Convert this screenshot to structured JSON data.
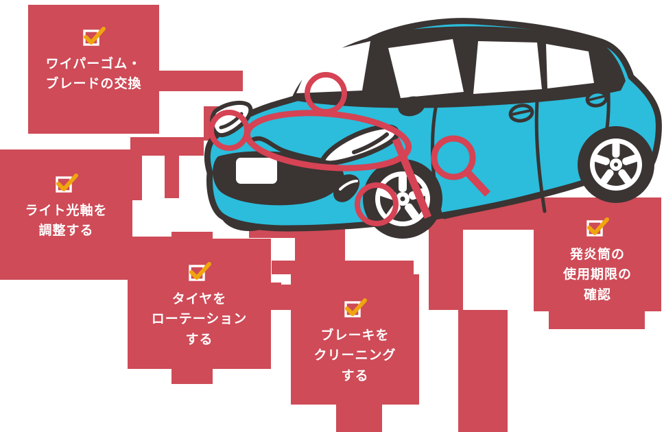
{
  "checklist": [
    {
      "id": "wiper",
      "lines": [
        "ワイパーゴム・",
        "ブレードの交換"
      ]
    },
    {
      "id": "light",
      "lines": [
        "ライト光軸を",
        "調整する"
      ]
    },
    {
      "id": "tire",
      "lines": [
        "タイヤを",
        "ローテーション",
        "する"
      ]
    },
    {
      "id": "brake",
      "lines": [
        "ブレーキを",
        "クリーニング",
        "する"
      ]
    },
    {
      "id": "flare",
      "lines": [
        "発炎筒の",
        "使用期限の",
        "確認"
      ]
    }
  ],
  "icons": {
    "checkbox": "white-outline-square-with-orange-checkmark"
  },
  "illustration": {
    "subject": "cyan-hatchback-car-front-three-quarter-view",
    "annotations": [
      "windshield-wiper-area-circle",
      "left-headlight-circle",
      "hood-headlight-ellipse",
      "front-wheel-circle",
      "front-door-magnifier-circle",
      "diagonal-connector-line"
    ]
  },
  "colors": {
    "card_red": "#ce4b57",
    "annotation_red": "#d54354",
    "check_orange": "#f0a50f",
    "car_body_cyan": "#2bbddb",
    "car_outline_dark": "#3a3433",
    "text_white": "#ffffff",
    "background": "#ffffff"
  }
}
